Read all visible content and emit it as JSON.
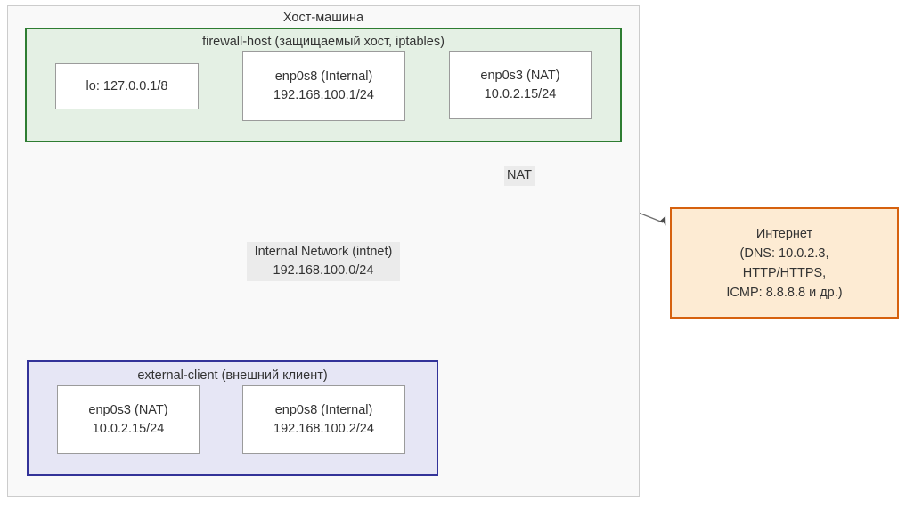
{
  "diagram": {
    "title": "Хост-машина",
    "host_machine": {
      "label": "Хост-машина",
      "firewall_host": {
        "title": "firewall-host (защищаемый хост, iptables)",
        "interfaces": [
          {
            "name": "lo: 127.0.0.1/8",
            "address": ""
          },
          {
            "name": "enp0s8 (Internal)",
            "address": "192.168.100.1/24"
          },
          {
            "name": "enp0s3 (NAT)",
            "address": "10.0.2.15/24"
          }
        ]
      },
      "external_client": {
        "title": "external-client (внешний клиент)",
        "interfaces": [
          {
            "name": "enp0s3 (NAT)",
            "address": "10.0.2.15/24"
          },
          {
            "name": "enp0s8 (Internal)",
            "address": "192.168.100.2/24"
          }
        ]
      }
    },
    "internet": {
      "line1": "Интернет",
      "line2": "(DNS: 10.0.2.3,",
      "line3": "HTTP/HTTPS,",
      "line4": "ICMP: 8.8.8.8 и др.)"
    },
    "edges": [
      {
        "id": "intnet",
        "line1": "Internal Network (intnet)",
        "line2": "192.168.100.0/24"
      },
      {
        "id": "nat",
        "label": "NAT"
      }
    ],
    "colors": {
      "page_background": "#FFFFFF",
      "host_machine_fill": "#F9F9F9",
      "host_machine_border": "#CCCCCC",
      "firewall_fill": "#E4F0E4",
      "firewall_border": "#2E7D32",
      "client_fill": "#E6E6F5",
      "client_border": "#333399",
      "internet_fill": "#FDEBD3",
      "internet_border": "#D6610E",
      "iface_fill": "#FFFFFF",
      "iface_border": "#9B9B9B",
      "connector_stroke": "#707070",
      "label_background": "#EBEBEB",
      "text": "#333333"
    }
  }
}
